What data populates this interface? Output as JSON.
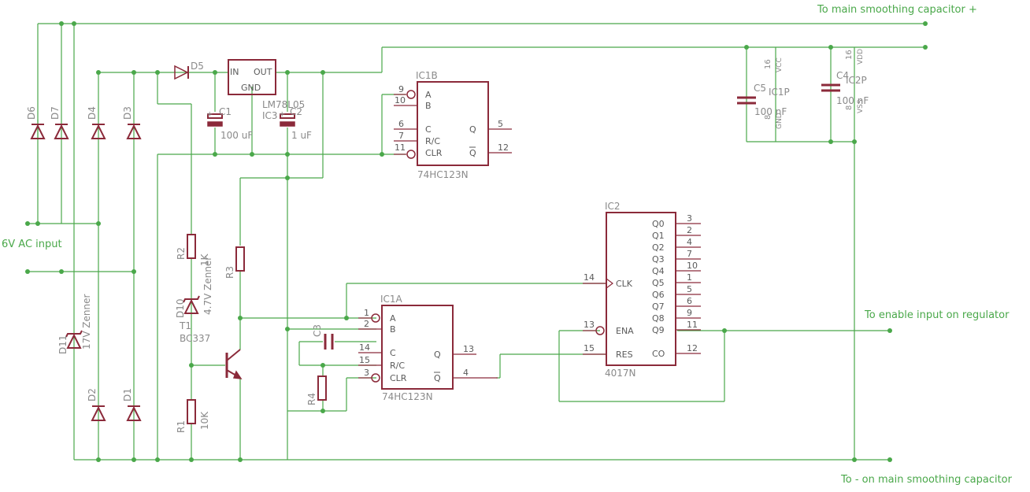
{
  "net_labels": {
    "main_plus": "To main smoothing capacitor +",
    "main_minus": "To  - on main smoothing capacitor",
    "enable": "To enable input on regulator",
    "ac_input": "6V AC input"
  },
  "parts": {
    "d6": "D6",
    "d7": "D7",
    "d4": "D4",
    "d3": "D3",
    "d2": "D2",
    "d1": "D1",
    "d5": "D5",
    "d10": "D10",
    "d10_val": "4.7V Zenner",
    "d11": "D11",
    "d11_val": "17V Zenner",
    "c1": "C1",
    "c1_val": "100 uF",
    "c2": "C2",
    "c2_val": "1 uF",
    "c3": "C3",
    "c4": "C4",
    "c4_val": "100 nF",
    "c5": "C5",
    "c5_val": "100 nF",
    "r1": "R1",
    "r1_val": "10K",
    "r2": "R2",
    "r2_val": "1K",
    "r3": "R3",
    "r4": "R4",
    "t1": "T1",
    "t1_val": "BC337",
    "reg": "IC3",
    "reg_val": "LM78L05",
    "reg_in": "IN",
    "reg_out": "OUT",
    "reg_gnd": "GND",
    "ic1p": "IC1P",
    "ic2p": "IC2P",
    "vcc": "VCC",
    "vdd": "VDD",
    "gnd": "GND",
    "vss": "VSS",
    "p16a": "16",
    "p8a": "8",
    "p16b": "16",
    "p8b": "8"
  },
  "ic1b": {
    "name": "IC1B",
    "value": "74HC123N",
    "pins_left": [
      {
        "num": "9",
        "label": "A"
      },
      {
        "num": "10",
        "label": "B"
      },
      {
        "num": "6",
        "label": "C"
      },
      {
        "num": "7",
        "label": "R/C"
      },
      {
        "num": "11",
        "label": "CLR"
      }
    ],
    "pins_right": [
      {
        "num": "5",
        "label": "Q"
      },
      {
        "num": "12",
        "label": "Q"
      }
    ]
  },
  "ic1a": {
    "name": "IC1A",
    "value": "74HC123N",
    "pins_left": [
      {
        "num": "1",
        "label": "A"
      },
      {
        "num": "2",
        "label": "B"
      },
      {
        "num": "14",
        "label": "C"
      },
      {
        "num": "15",
        "label": "R/C"
      },
      {
        "num": "3",
        "label": "CLR"
      }
    ],
    "pins_right": [
      {
        "num": "13",
        "label": "Q"
      },
      {
        "num": "4",
        "label": "Q"
      }
    ]
  },
  "ic2": {
    "name": "IC2",
    "value": "4017N",
    "pins_left": [
      {
        "num": "14",
        "label": "CLK"
      },
      {
        "num": "13",
        "label": "ENA"
      },
      {
        "num": "15",
        "label": "RES"
      }
    ],
    "pins_right": [
      {
        "num": "3",
        "label": "Q0"
      },
      {
        "num": "2",
        "label": "Q1"
      },
      {
        "num": "4",
        "label": "Q2"
      },
      {
        "num": "7",
        "label": "Q3"
      },
      {
        "num": "10",
        "label": "Q4"
      },
      {
        "num": "1",
        "label": "Q5"
      },
      {
        "num": "5",
        "label": "Q6"
      },
      {
        "num": "6",
        "label": "Q7"
      },
      {
        "num": "9",
        "label": "Q8"
      },
      {
        "num": "11",
        "label": "Q9"
      },
      {
        "num": "12",
        "label": "CO"
      }
    ]
  }
}
